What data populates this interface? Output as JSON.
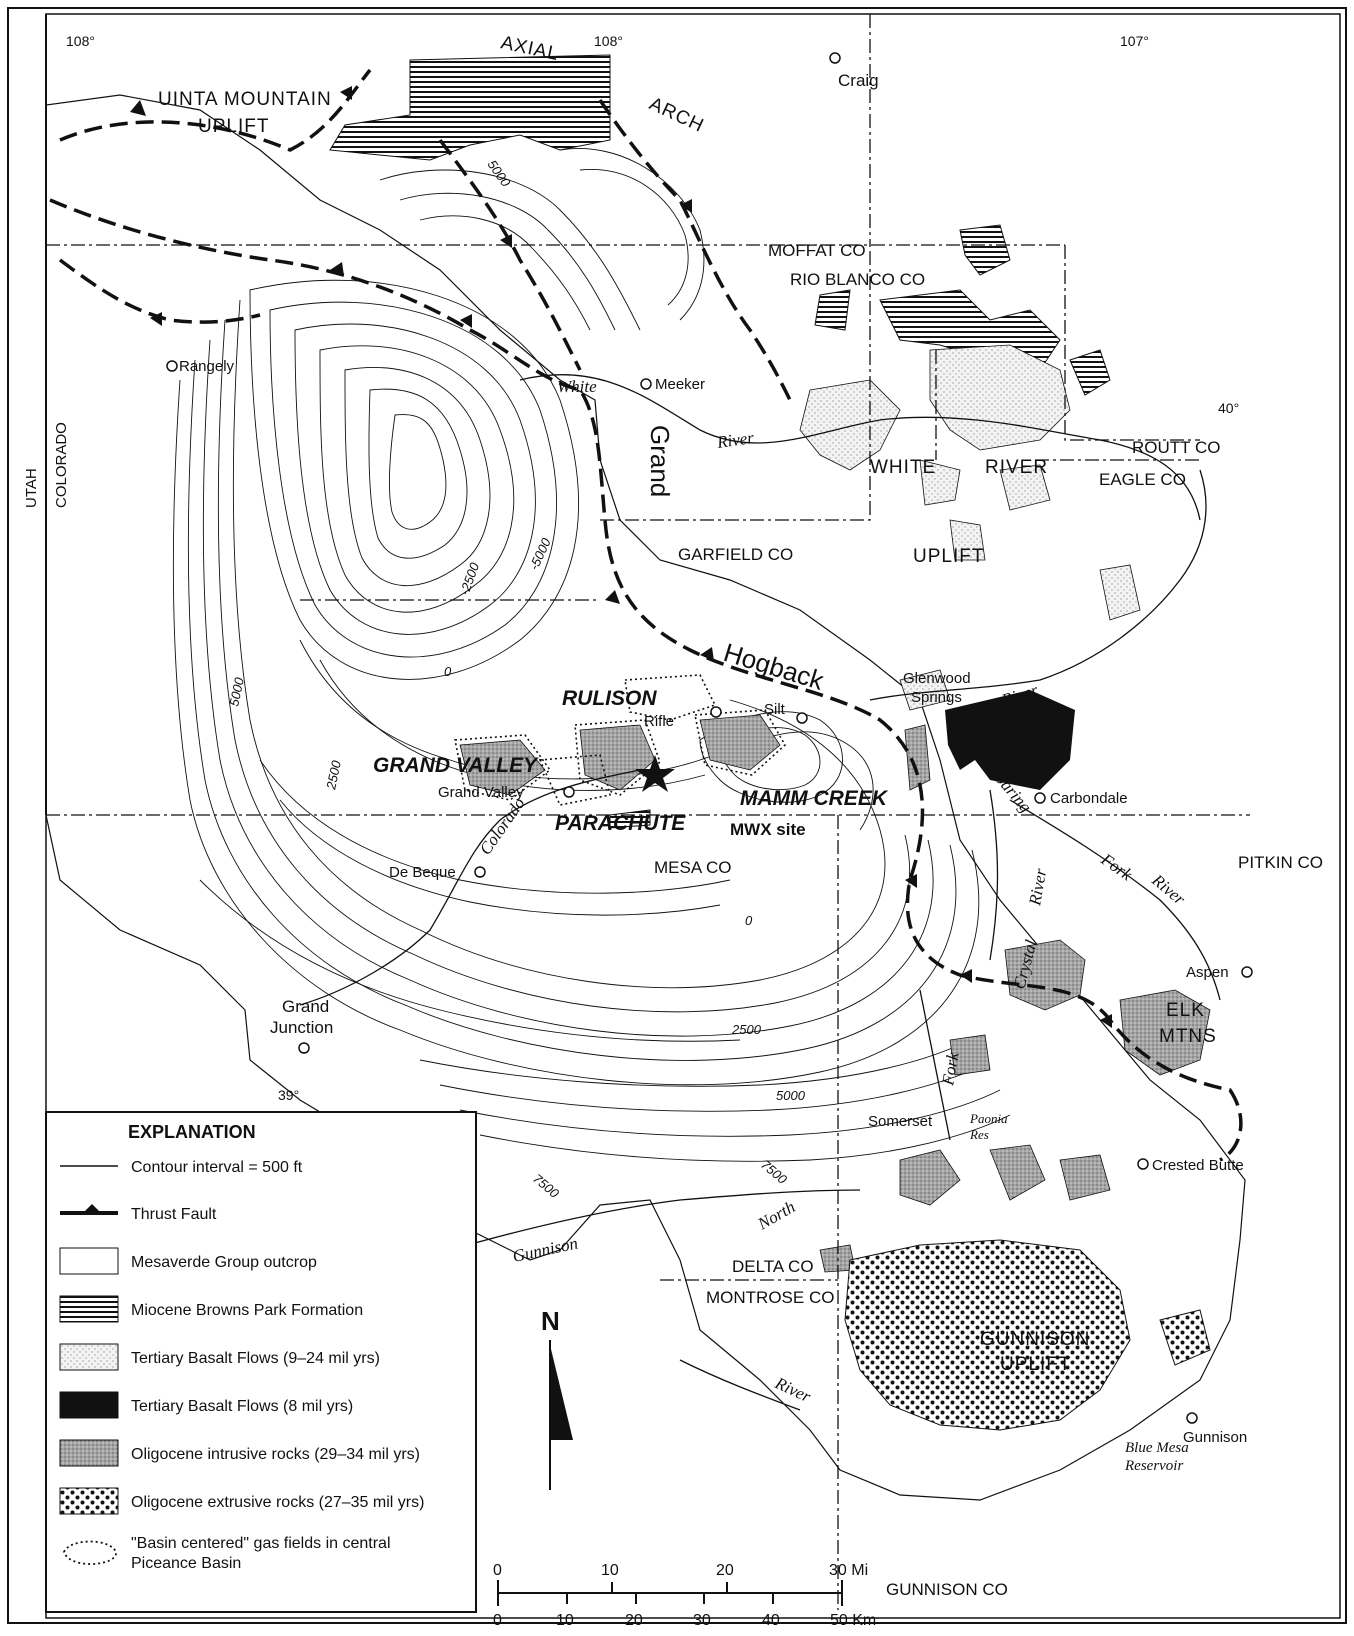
{
  "coordinates": {
    "lon_left": "108°",
    "lon_mid": "108°",
    "lon_right": "107°",
    "lat_40": "40°",
    "lat_39": "39°"
  },
  "regions": {
    "uinta": "UINTA MOUNTAIN",
    "uplift": "UPLIFT",
    "axial": "AXIAL",
    "arch": "ARCH",
    "white_river_white": "WHITE",
    "white_river_river": "RIVER",
    "white_river_uplift": "UPLIFT",
    "elk_1": "ELK",
    "elk_2": "MTNS",
    "gunnison_uplift_1": "GUNNISON",
    "gunnison_uplift_2": "UPLIFT",
    "grand": "Grand",
    "hogback": "Hogback"
  },
  "states": {
    "utah": "UTAH",
    "colorado": "COLORADO"
  },
  "counties": {
    "moffat": "MOFFAT CO",
    "rio_blanco": "RIO BLANCO CO",
    "routt": "ROUTT CO",
    "eagle": "EAGLE CO",
    "garfield": "GARFIELD CO",
    "mesa": "MESA CO",
    "pitkin": "PITKIN CO",
    "delta": "DELTA CO",
    "montrose": "MONTROSE CO",
    "gunnison": "GUNNISON CO"
  },
  "towns": {
    "craig": "Craig",
    "rangely": "Rangely",
    "meeker": "Meeker",
    "rifle": "Rifle",
    "silt": "Silt",
    "glenwood_1": "Glenwood",
    "glenwood_2": "Springs",
    "carbondale": "Carbondale",
    "grand_valley": "Grand Valley",
    "de_beque": "De Beque",
    "grand_junction_1": "Grand",
    "grand_junction_2": "Junction",
    "aspen": "Aspen",
    "somerset": "Somerset",
    "crested_butte": "Crested Butte",
    "gunnison": "Gunnison"
  },
  "rivers": {
    "white": "White",
    "river_white": "River",
    "river_glenwood": "River",
    "roaring": "Roaring",
    "river_crystal": "River",
    "crystal": "Crystal",
    "fork_roaring": "Fork",
    "river_roaring_fork": "River",
    "colorado": "Colorado",
    "fork_north": "Fork",
    "paonia_1": "Paonia",
    "paonia_2": "Res",
    "north": "North",
    "gunnison": "Gunnison",
    "river_gunnison": "River",
    "blue_mesa_1": "Blue Mesa",
    "blue_mesa_2": "Reservoir"
  },
  "gas_fields": {
    "rulison": "RULISON",
    "grand_valley": "GRAND VALLEY",
    "parachute": "PARACHUTE",
    "mamm_creek": "MAMM CREEK",
    "mwx": "MWX site"
  },
  "contour_labels": {
    "c5000_north": "5000",
    "c_neg5000": "-5000",
    "c_neg2500": "-2500",
    "c0_a": "0",
    "c5000_west": "5000",
    "c2500_west": "2500",
    "c0_b": "0",
    "c2500_south": "2500",
    "c5000_south": "5000",
    "c7500_a": "7500",
    "c7500_b": "7500"
  },
  "explanation": {
    "title": "EXPLANATION",
    "items": [
      {
        "label": "Contour interval = 500 ft",
        "symbol": "contour-line"
      },
      {
        "label": "Thrust Fault",
        "symbol": "thrust-fault"
      },
      {
        "label": "Mesaverde Group outcrop",
        "symbol": "blank"
      },
      {
        "label": "Miocene Browns Park Formation",
        "symbol": "horizontal-hatch"
      },
      {
        "label": "Tertiary Basalt Flows (9–24 mil yrs)",
        "symbol": "fine-stipple"
      },
      {
        "label": "Tertiary Basalt Flows (8 mil yrs)",
        "symbol": "solid-black"
      },
      {
        "label": "Oligocene intrusive rocks (29–34 mil yrs)",
        "symbol": "gray-stipple"
      },
      {
        "label": "Oligocene extrusive rocks (27–35 mil yrs)",
        "symbol": "coarse-dots"
      },
      {
        "label": "\"Basin centered\" gas fields in central",
        "label2": "Piceance Basin",
        "symbol": "dotted-outline"
      }
    ]
  },
  "north_arrow": {
    "label": "N"
  },
  "scale": {
    "miles": [
      "0",
      "10",
      "20",
      "30 Mi"
    ],
    "km": [
      "0",
      "10",
      "20",
      "30",
      "40",
      "50 Km"
    ]
  },
  "colors": {
    "ink": "#111111",
    "paper": "#ffffff",
    "stipple_gray": "#bdbdbd",
    "intrusive_gray": "#8e8e8e"
  }
}
